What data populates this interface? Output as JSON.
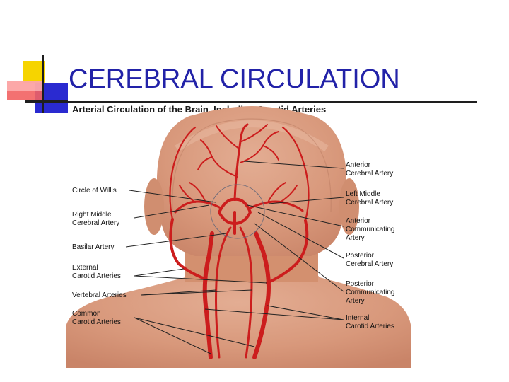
{
  "slide": {
    "title": "CEREBRAL CIRCULATION",
    "figure_heading": "Arterial Circulation of the Brain, Including Carotid Arteries"
  },
  "colors": {
    "title_blue": "#2222a8",
    "skin": "#d79a7e",
    "artery_red": "#cc1d1d",
    "logo_yellow": "#f6d400",
    "logo_blue": "#2a2ad0",
    "logo_red": "#f05050"
  },
  "labels_left": {
    "circle_of_willis": "Circle of Willis",
    "right_middle_cerebral_1": "Right Middle",
    "right_middle_cerebral_2": "Cerebral Artery",
    "basilar": "Basilar Artery",
    "external_carotid_1": "External",
    "external_carotid_2": "Carotid Arteries",
    "vertebral": "Vertebral Arteries",
    "common_carotid_1": "Common",
    "common_carotid_2": "Carotid Arteries"
  },
  "labels_right": {
    "anterior_cerebral_1": "Anterior",
    "anterior_cerebral_2": "Cerebral Artery",
    "left_middle_cerebral_1": "Left Middle",
    "left_middle_cerebral_2": "Cerebral Artery",
    "anterior_communicating_1": "Anterior",
    "anterior_communicating_2": "Communicating",
    "anterior_communicating_3": "Artery",
    "posterior_cerebral_1": "Posterior",
    "posterior_cerebral_2": "Cerebral Artery",
    "posterior_communicating_1": "Posterior",
    "posterior_communicating_2": "Communicating",
    "posterior_communicating_3": "Artery",
    "internal_carotid_1": "Internal",
    "internal_carotid_2": "Carotid Arteries"
  }
}
